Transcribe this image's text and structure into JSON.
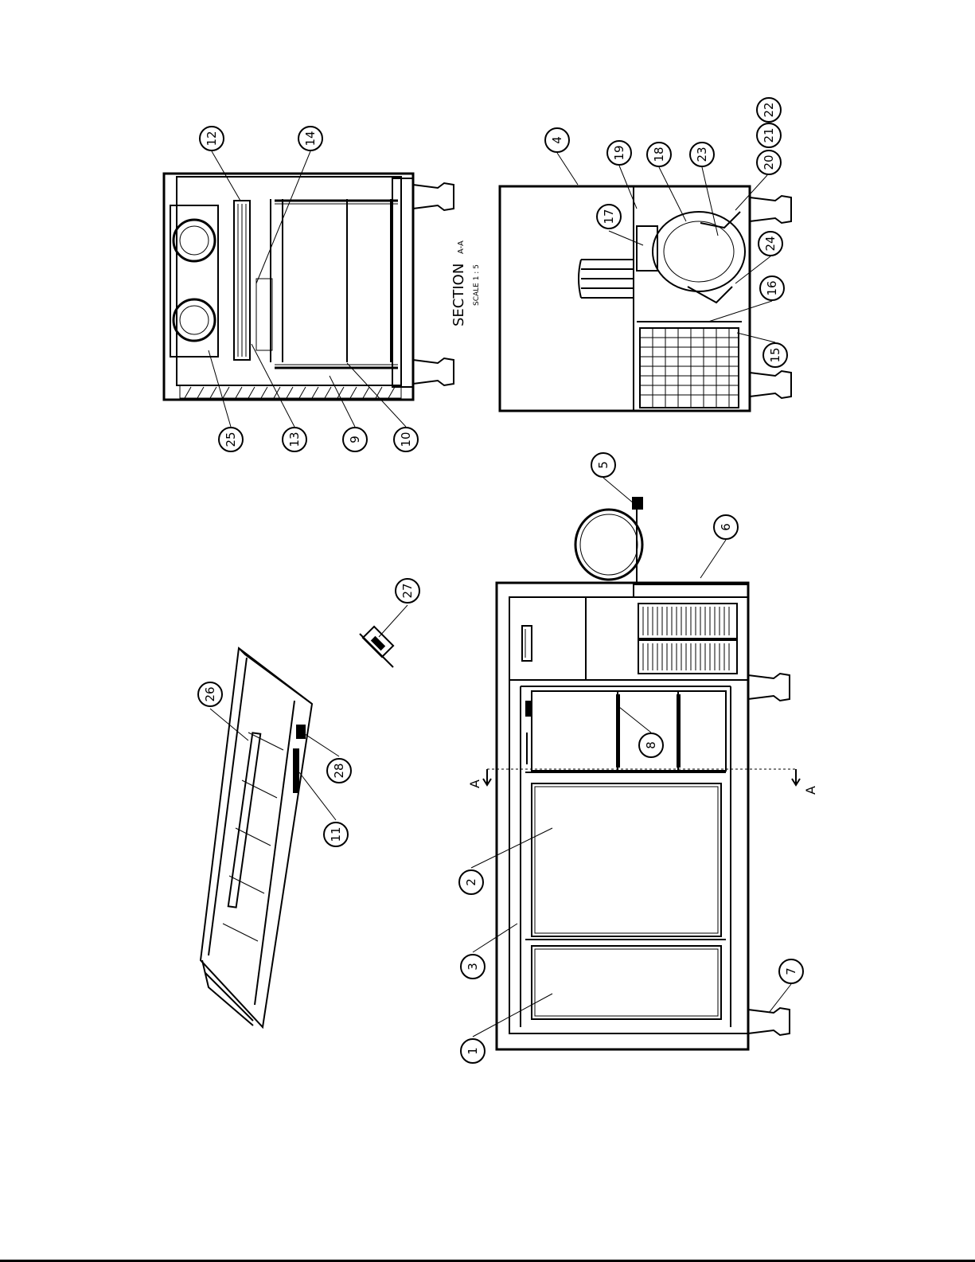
{
  "section_view": {
    "caption": "SECTION",
    "caption_suffix": "A-A",
    "scale": "SCALE 1 : 5"
  },
  "section_marker": {
    "left_label": "A",
    "right_label": "A"
  },
  "callouts": [
    "1",
    "2",
    "3",
    "4",
    "5",
    "6",
    "7",
    "8",
    "9",
    "10",
    "11",
    "12",
    "13",
    "14",
    "15",
    "16",
    "17",
    "18",
    "19",
    "20",
    "21",
    "22",
    "23",
    "24",
    "25",
    "26",
    "27",
    "28"
  ]
}
